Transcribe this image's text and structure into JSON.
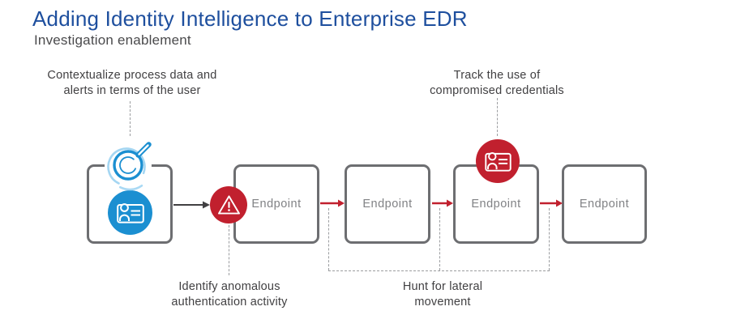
{
  "header": {
    "title": "Adding Identity Intelligence to Enterprise EDR",
    "subtitle": "Investigation enablement"
  },
  "annotations": {
    "contextualize": {
      "line1": "Contextualize process data and",
      "line2": "alerts in terms of the user"
    },
    "track": {
      "line1": "Track the use of",
      "line2": "compromised credentials"
    },
    "identify": {
      "line1": "Identify anomalous",
      "line2": "authentication activity"
    },
    "hunt": {
      "line1": "Hunt for lateral",
      "line2": "movement"
    }
  },
  "nodes": [
    {
      "label": ""
    },
    {
      "label": "Endpoint"
    },
    {
      "label": "Endpoint"
    },
    {
      "label": "Endpoint"
    },
    {
      "label": "Endpoint"
    }
  ],
  "icons": {
    "magnifier": "investigate-magnifier-icon",
    "identity_card_blue": "id-card-icon",
    "alert": "warning-triangle-icon",
    "identity_card_red": "compromised-credential-icon"
  },
  "colors": {
    "title_blue": "#1e4f9e",
    "accent_blue": "#1b8fd1",
    "alert_red": "#c1202e",
    "node_border_gray": "#6d6e71",
    "node_label_gray": "#818285",
    "annotation_text": "#414042",
    "connector_gray": "#9b9da0",
    "arrow_black": "#414042"
  }
}
